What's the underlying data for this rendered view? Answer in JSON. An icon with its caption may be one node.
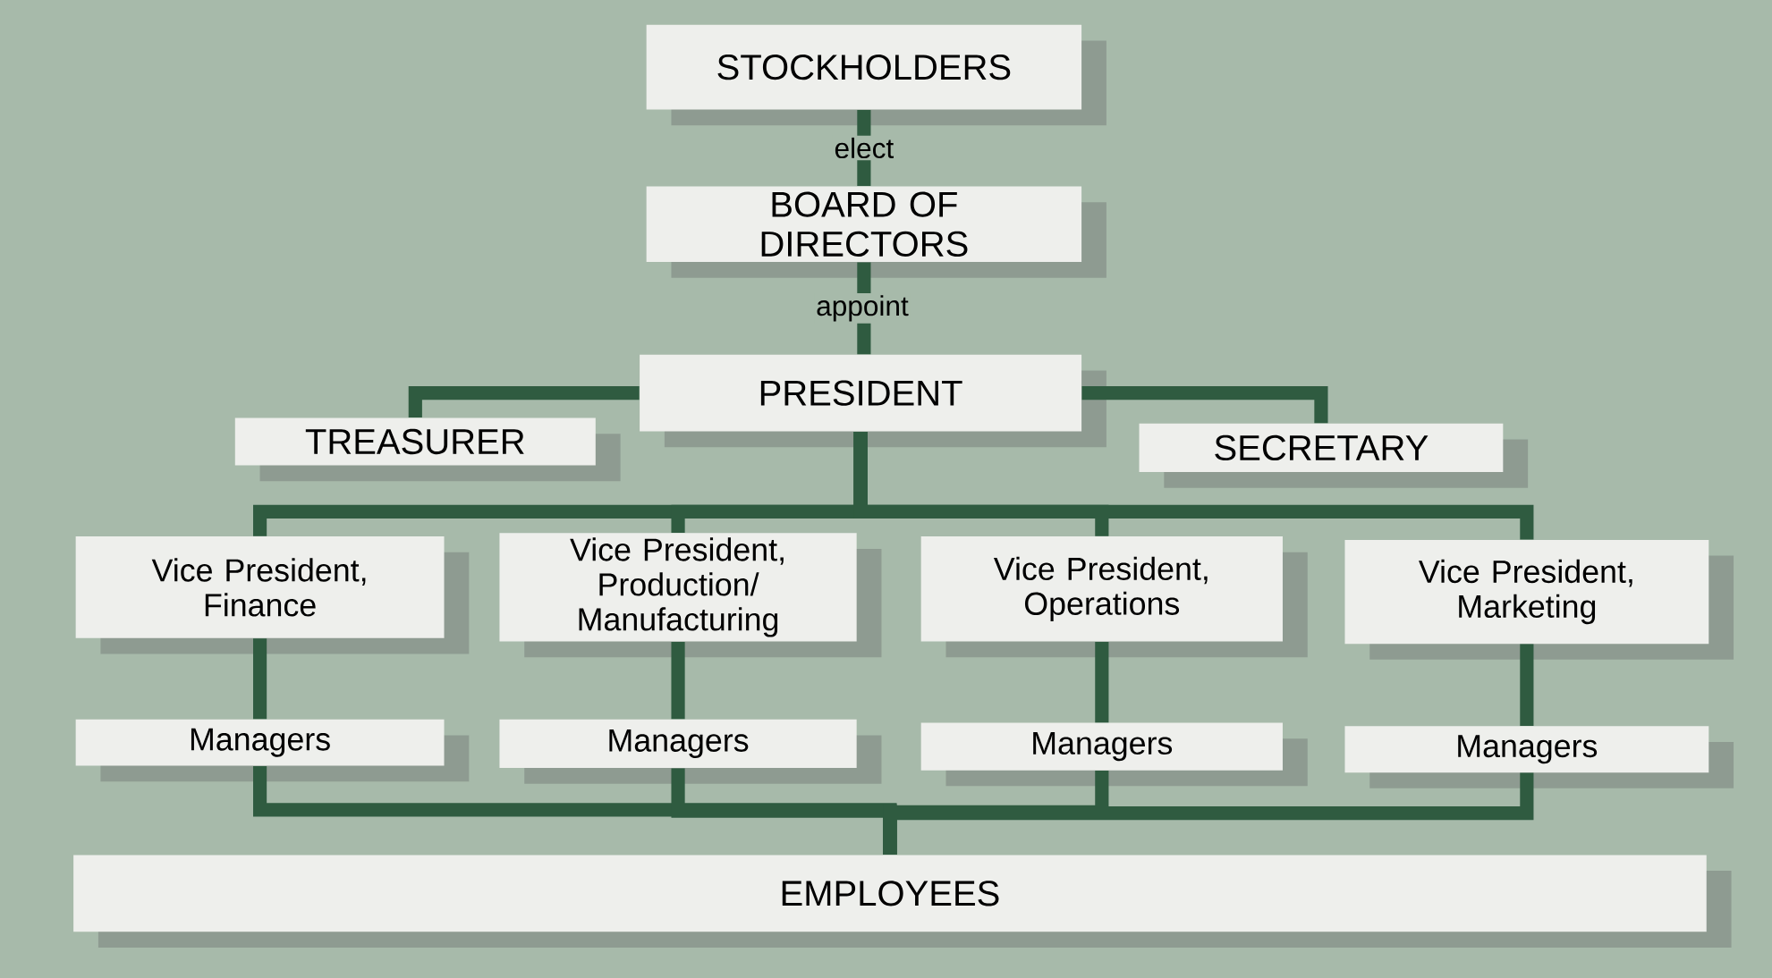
{
  "diagram": {
    "nodes": [
      {
        "text": [
          "STOCKHOLDERS"
        ]
      },
      {
        "text": [
          "BOARD OF DIRECTORS"
        ]
      },
      {
        "text": [
          "PRESIDENT"
        ]
      },
      {
        "text": [
          "TREASURER"
        ]
      },
      {
        "text": [
          "SECRETARY"
        ]
      },
      {
        "text": [
          "Vice President, Finance"
        ]
      },
      {
        "text": [
          "Vice President, Production/ Manufacturing"
        ]
      },
      {
        "text": [
          "Vice President, Operations"
        ]
      },
      {
        "text": [
          "Vice President, Marketing"
        ]
      },
      {
        "text": [
          "Managers"
        ]
      },
      {
        "text": [
          "Managers"
        ]
      },
      {
        "text": [
          "Managers"
        ]
      },
      {
        "text": [
          "Managers"
        ]
      },
      {
        "text": [
          "EMPLOYEES"
        ]
      }
    ],
    "edges": [
      {
        "from": 0,
        "to": 1,
        "arrow": "none",
        "label": "elect"
      },
      {
        "from": 1,
        "to": 2,
        "arrow": "none",
        "label": "appoint"
      },
      {
        "from": 2,
        "to": 3,
        "arrow": "none"
      },
      {
        "from": 2,
        "to": 4,
        "arrow": "none"
      },
      {
        "from": 2,
        "to": 5,
        "arrow": "none"
      },
      {
        "from": 2,
        "to": 6,
        "arrow": "none"
      },
      {
        "from": 2,
        "to": 7,
        "arrow": "none"
      },
      {
        "from": 2,
        "to": 8,
        "arrow": "none"
      },
      {
        "from": 5,
        "to": 9,
        "arrow": "none"
      },
      {
        "from": 6,
        "to": 10,
        "arrow": "none"
      },
      {
        "from": 7,
        "to": 11,
        "arrow": "none"
      },
      {
        "from": 8,
        "to": 12,
        "arrow": "none"
      },
      {
        "from": 9,
        "to": 13,
        "arrow": "none"
      },
      {
        "from": 10,
        "to": 13,
        "arrow": "none"
      },
      {
        "from": 11,
        "to": 13,
        "arrow": "none"
      },
      {
        "from": 12,
        "to": 13,
        "arrow": "none"
      }
    ]
  }
}
